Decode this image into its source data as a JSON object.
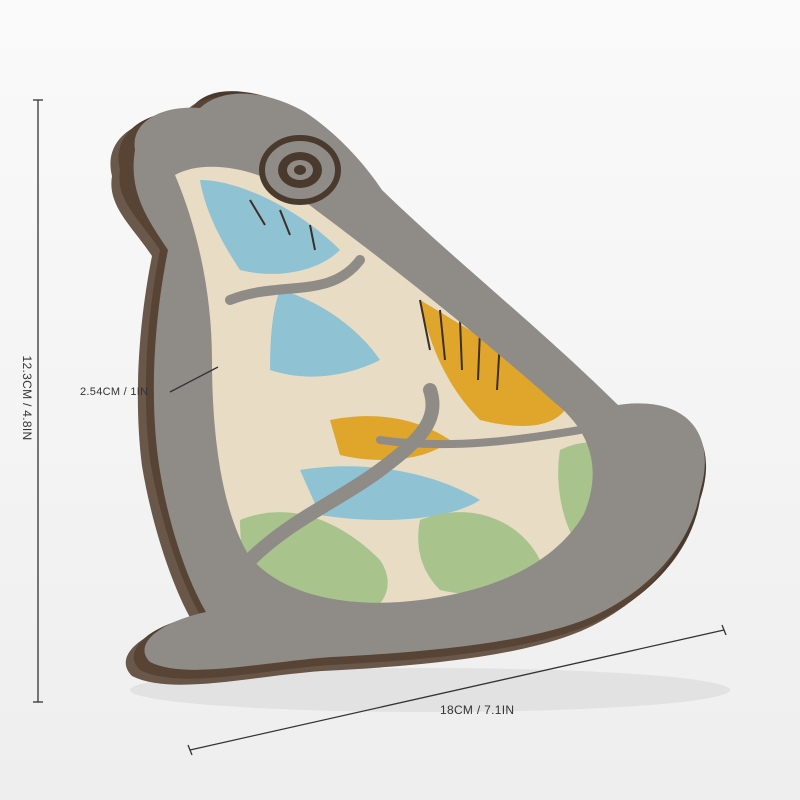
{
  "dimensions": {
    "height_label": "12.3CM / 4.8IN",
    "depth_label": "2.54CM / 1IN",
    "width_label": "18CM / 7.1IN"
  },
  "colors": {
    "background": "#f4f4f4",
    "face_wood": "#8f8c88",
    "edge_wood": "#4a3a2e",
    "sky_blue": "#8fc3d4",
    "sunset_yellow": "#e0a52b",
    "leaf_green": "#a8c48c",
    "cream": "#e8dcc4"
  }
}
